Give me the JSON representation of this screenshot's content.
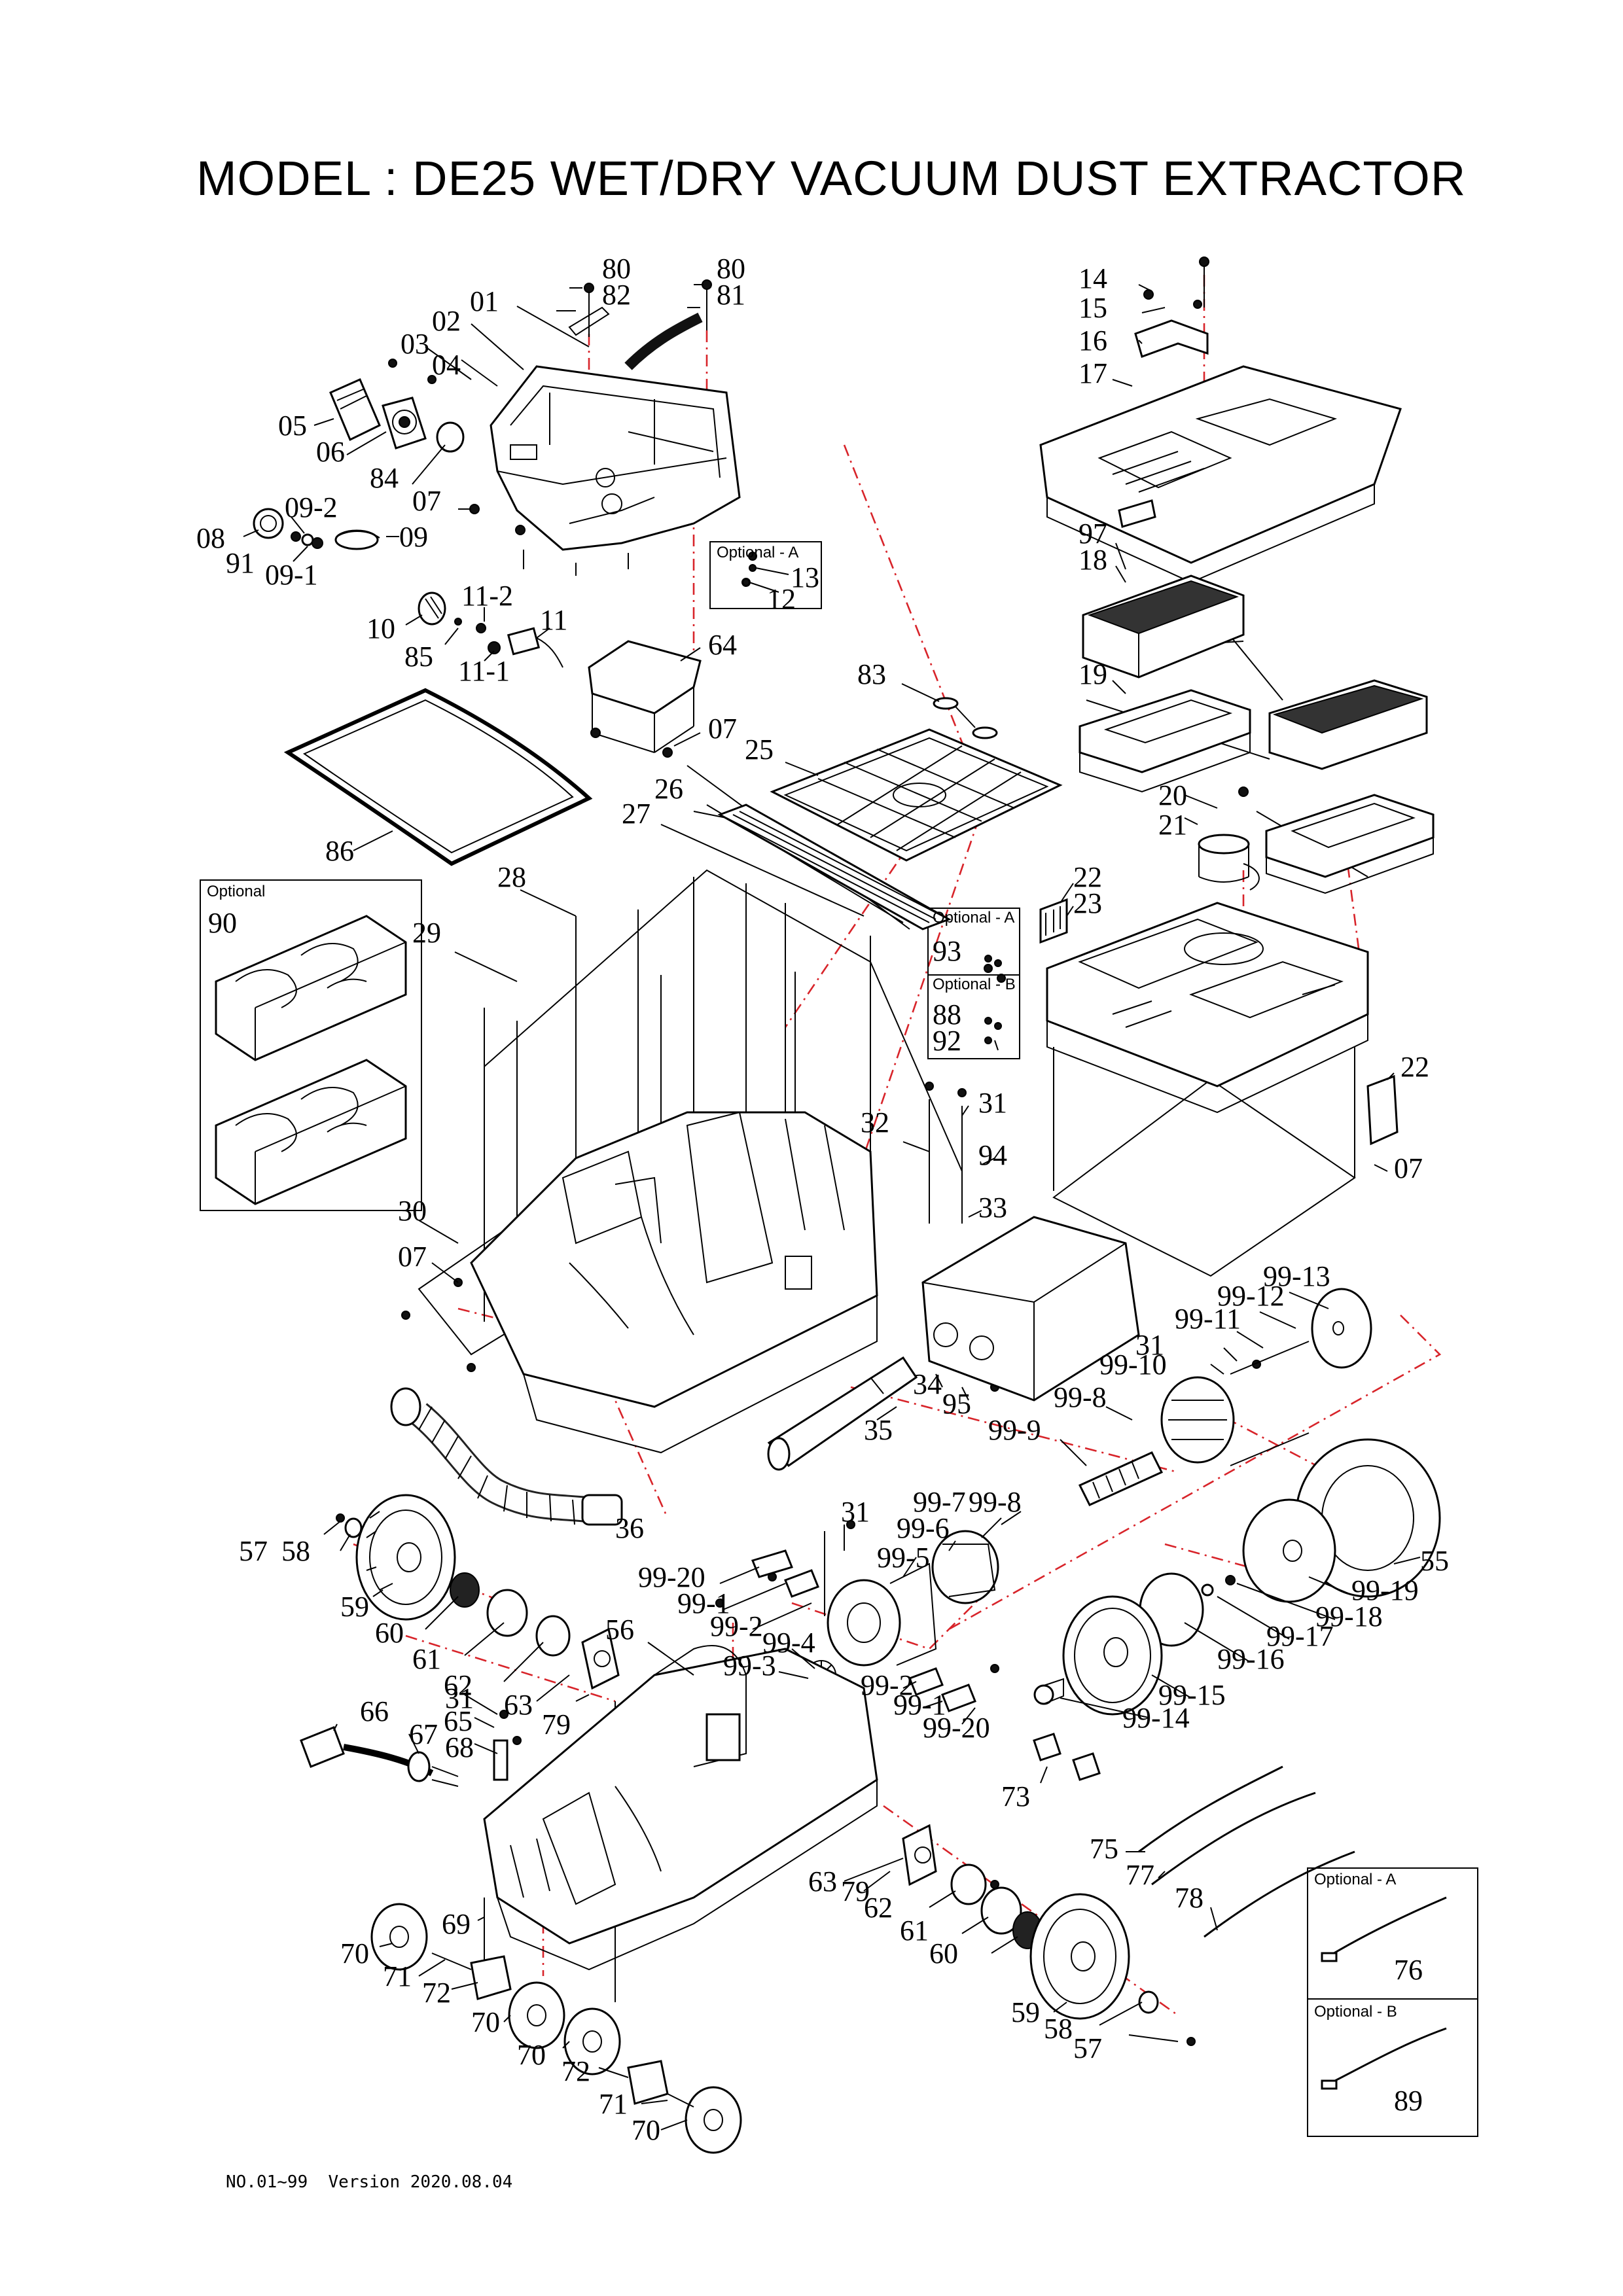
{
  "title": "MODEL : DE25  WET/DRY VACUUM DUST EXTRACTOR",
  "footer": "NO.01~99  Version 2020.08.04",
  "colors": {
    "line": "#000000",
    "reference_line": "#d8242a",
    "background": "#ffffff"
  },
  "option_boxes": {
    "top_a": {
      "label": "Optional - A",
      "parts": [
        "13",
        "12"
      ]
    },
    "mid_a": {
      "label": "Optional - A",
      "parts": [
        "93"
      ]
    },
    "mid_b": {
      "label": "Optional - B",
      "parts": [
        "88",
        "92"
      ]
    },
    "left": {
      "label": "Optional",
      "parts": [
        "90"
      ]
    },
    "bottom_a": {
      "label": "Optional - A",
      "parts": [
        "76"
      ]
    },
    "bottom_b": {
      "label": "Optional - B",
      "parts": [
        "89"
      ]
    }
  },
  "callouts": [
    "80",
    "82",
    "80",
    "81",
    "01",
    "02",
    "03",
    "04",
    "05",
    "06",
    "84",
    "07",
    "08",
    "91",
    "09-2",
    "09-1",
    "09",
    "10",
    "85",
    "11-2",
    "11-1",
    "11",
    "64",
    "07",
    "86",
    "83",
    "25",
    "26",
    "27",
    "28",
    "29",
    "30",
    "07",
    "14",
    "15",
    "16",
    "17",
    "97",
    "18",
    "19",
    "20",
    "21",
    "22",
    "23",
    "22",
    "07",
    "31",
    "32",
    "94",
    "33",
    "34",
    "95",
    "35",
    "36",
    "99-13",
    "99-12",
    "99-11",
    "31",
    "99-10",
    "99-8",
    "99-9",
    "99-7",
    "99-8",
    "99-6",
    "31",
    "99-5",
    "99-20",
    "99-1",
    "99-2",
    "99-4",
    "99-3",
    "99-2",
    "99-1",
    "99-20",
    "55",
    "99-19",
    "99-18",
    "99-17",
    "99-16",
    "99-15",
    "99-14",
    "57",
    "58",
    "59",
    "60",
    "61",
    "62",
    "56",
    "63",
    "79",
    "31",
    "65",
    "66",
    "67",
    "68",
    "73",
    "75",
    "77",
    "78",
    "63",
    "79",
    "62",
    "61",
    "60",
    "59",
    "58",
    "57",
    "69",
    "70",
    "71",
    "72",
    "70",
    "70",
    "72",
    "71",
    "70"
  ]
}
